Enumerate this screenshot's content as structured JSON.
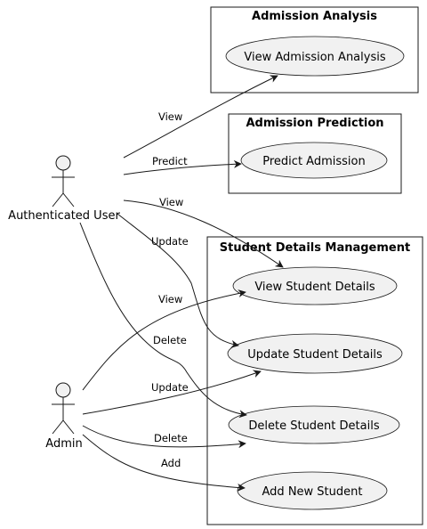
{
  "packages": {
    "analysis": {
      "title": "Admission Analysis"
    },
    "prediction": {
      "title": "Admission Prediction"
    },
    "student": {
      "title": "Student Details Management"
    }
  },
  "use_cases": {
    "view_analysis": "View Admission Analysis",
    "predict": "Predict Admission",
    "view_student": "View Student Details",
    "update_student": "Update Student Details",
    "delete_student": "Delete Student Details",
    "add_student": "Add New Student"
  },
  "actors": {
    "auth_user": "Authenticated User",
    "admin": "Admin"
  },
  "edges": {
    "user_view_analysis": "View",
    "user_predict": "Predict",
    "user_view_student": "View",
    "user_update": "Update",
    "user_delete": "Delete",
    "admin_view": "View",
    "admin_update": "Update",
    "admin_delete": "Delete",
    "admin_add": "Add"
  },
  "colors": {
    "usecase_fill": "#f1f1f1",
    "stroke": "#181818"
  }
}
